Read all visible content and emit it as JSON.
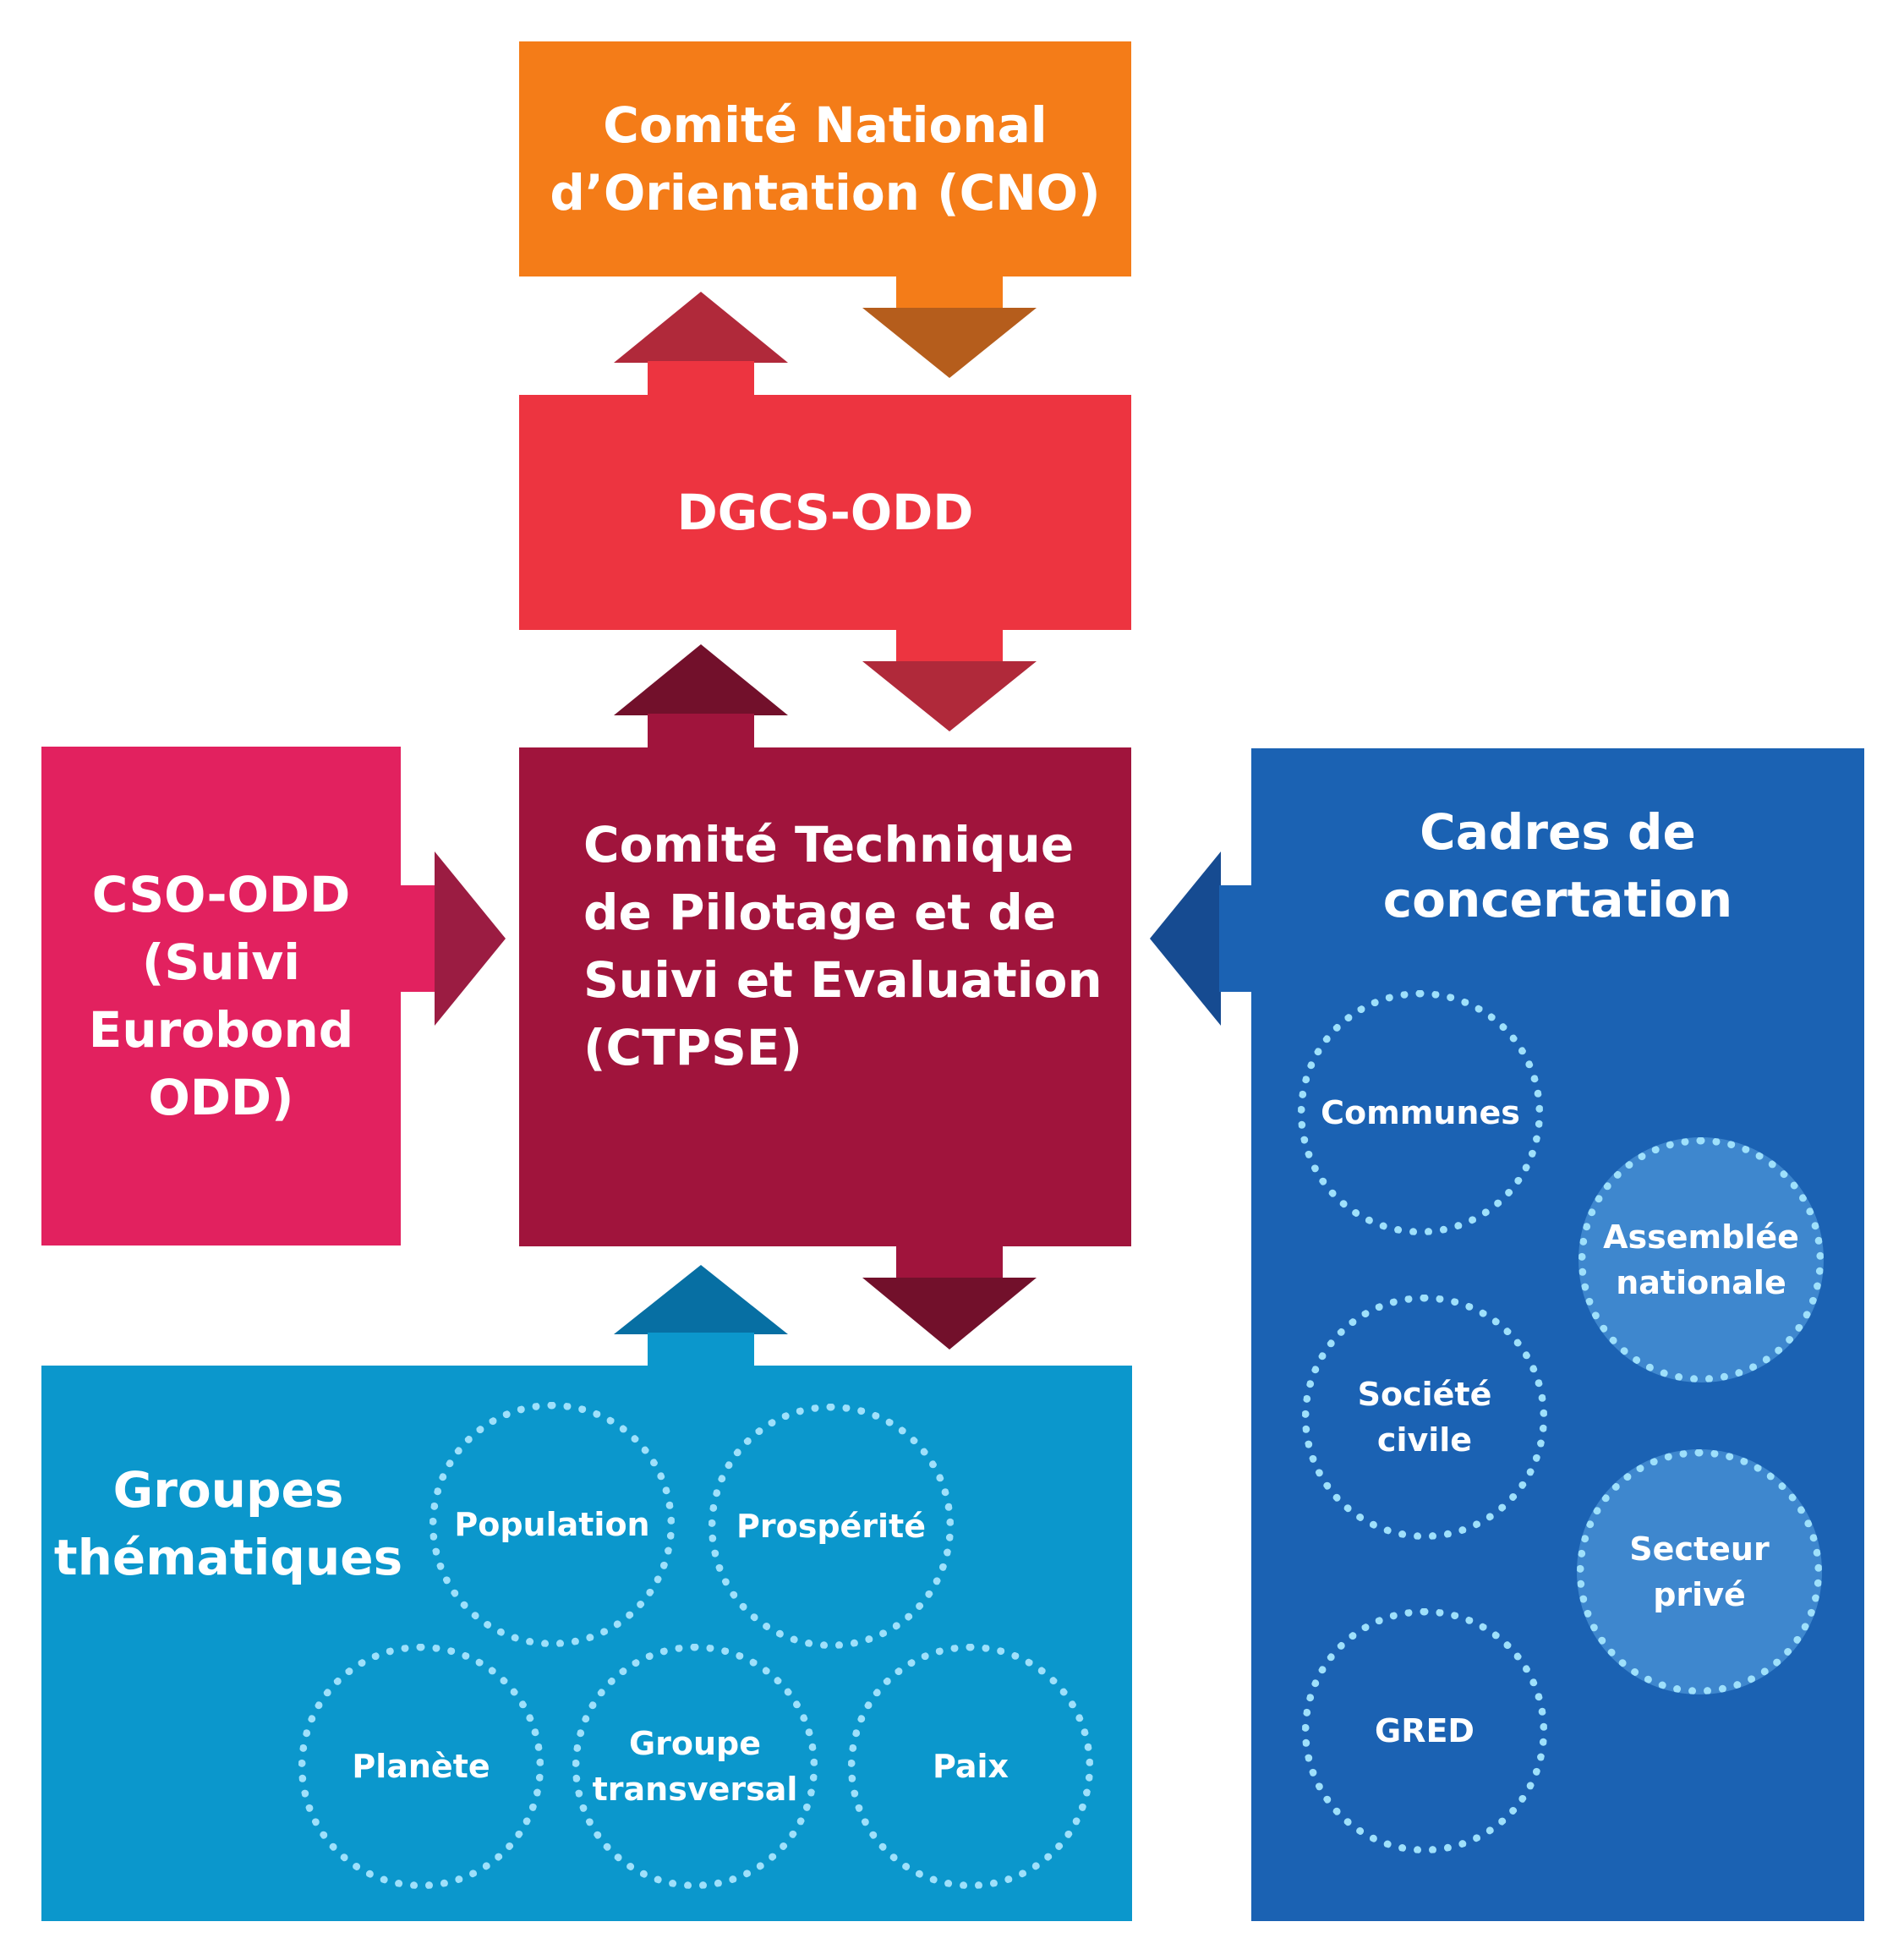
{
  "nodes": {
    "cno": {
      "label": "Comité National\nd’Orientation (CNO)",
      "color": "#f47c18"
    },
    "dgcs": {
      "label": "DGCS-ODD",
      "color": "#ed3440"
    },
    "ctpse": {
      "label": "Comité Technique\nde Pilotage et de\nSuivi et Evaluation\n(CTPSE)",
      "color": "#a0143c"
    },
    "cso": {
      "label": "CSO-ODD\n(Suivi\nEurobond\nODD)",
      "color": "#e2215f"
    },
    "groupes": {
      "title": "Groupes\nthématiques",
      "color": "#0b97cc",
      "circles": [
        "Population",
        "Prospérité",
        "Planète",
        "Groupe\ntransversal",
        "Paix"
      ]
    },
    "cadres": {
      "title": "Cadres de\nconcertation",
      "color": "#1b62b3",
      "circles": [
        "Communes",
        "Assemblée\nnationale",
        "Société\ncivile",
        "Secteur\nprivé",
        "GRED"
      ]
    }
  },
  "colors": {
    "cno_to_dgcs_arrow": "#b55d1c",
    "dgcs_to_cno_arrow": "#b0293a",
    "dgcs_to_ctpse_arrow": "#b0293a",
    "ctpse_to_dgcs_arrow": "#72102b",
    "ctpse_to_groupes_arrow": "#72102b",
    "groupes_to_ctpse_arrow": "#076fa3",
    "cso_to_ctpse_arrow": "#9b1c42",
    "cadres_to_ctpse_arrow": "#164b91",
    "circle_dots": "#9ee0fb",
    "highlight_circle_fill": "#3e87ce"
  }
}
